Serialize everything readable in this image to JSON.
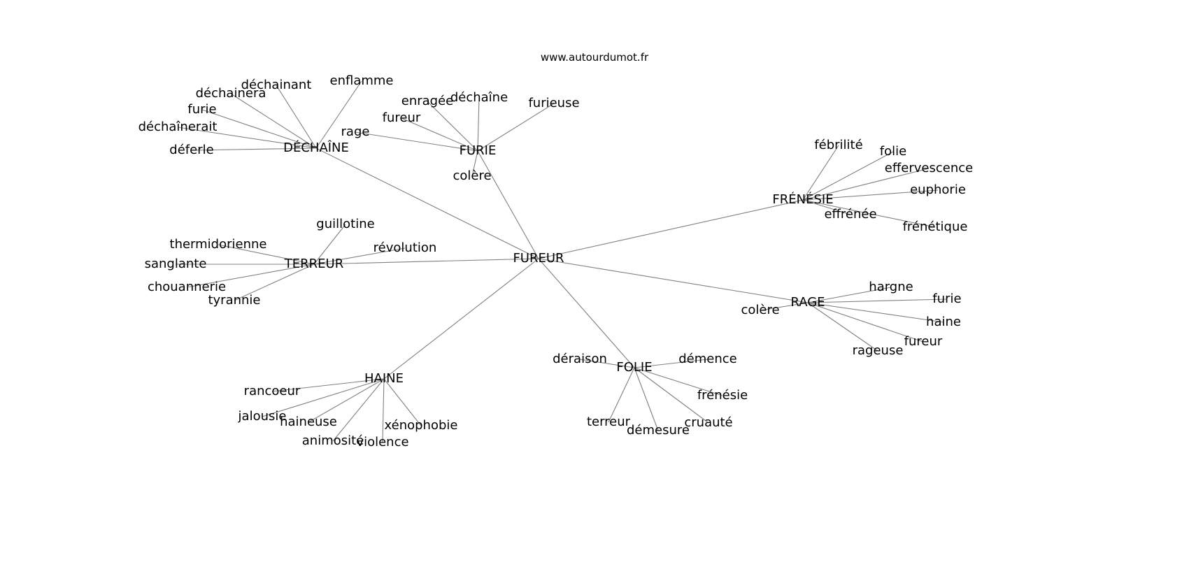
{
  "source": "www.autourdumot.fr",
  "colors": {
    "edge": "#808080",
    "text": "#000000",
    "background": "#ffffff"
  },
  "center": "FUREUR",
  "clusters": [
    {
      "hub": "DÉCHAÎNE",
      "words": [
        "enflamme",
        "déchainant",
        "déchainera",
        "furie",
        "déchaînerait",
        "déferle"
      ]
    },
    {
      "hub": "FURIE",
      "words": [
        "rage",
        "fureur",
        "enragée",
        "déchaîne",
        "furieuse",
        "colère"
      ]
    },
    {
      "hub": "FRÉNÉSIE",
      "words": [
        "fébrilité",
        "folie",
        "effervescence",
        "euphorie",
        "effrénée",
        "frénétique"
      ]
    },
    {
      "hub": "TERREUR",
      "words": [
        "guillotine",
        "thermidorienne",
        "sanglante",
        "chouannerie",
        "tyrannie",
        "révolution"
      ]
    },
    {
      "hub": "RAGE",
      "words": [
        "hargne",
        "furie",
        "haine",
        "fureur",
        "rageuse",
        "colère"
      ]
    },
    {
      "hub": "HAINE",
      "words": [
        "rancoeur",
        "jalousie",
        "haineuse",
        "animosité",
        "violence",
        "xénophobie"
      ]
    },
    {
      "hub": "FOLIE",
      "words": [
        "déraison",
        "démence",
        "frénésie",
        "cruauté",
        "démesure",
        "terreur"
      ]
    }
  ]
}
